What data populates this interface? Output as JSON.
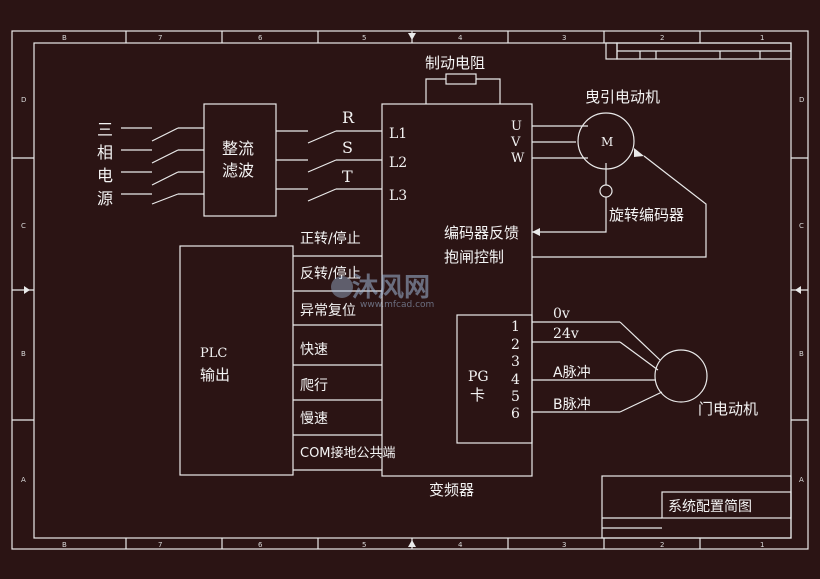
{
  "frame": {
    "top_numbers": [
      "B",
      "7",
      "6",
      "5",
      "4",
      "3",
      "2",
      "1"
    ],
    "bottom_numbers": [
      "B",
      "7",
      "6",
      "5",
      "4",
      "3",
      "2",
      "1"
    ],
    "left_letters": [
      "D",
      "C",
      "B",
      "A"
    ],
    "right_letters": [
      "D",
      "C",
      "B",
      "A"
    ]
  },
  "labels": {
    "brake_resistor": "制动电阻",
    "traction_motor": "曳引电动机",
    "encoder": "旋转编码器",
    "door_motor": "门电动机",
    "motor_m": "M",
    "three_phase_1": "三",
    "three_phase_2": "相",
    "three_phase_3": "电",
    "three_phase_4": "源",
    "rectifier_1": "整流",
    "rectifier_2": "滤波",
    "r": "R",
    "s": "S",
    "t": "T",
    "l1": "L1",
    "l2": "L2",
    "l3": "L3",
    "u": "U",
    "v": "V",
    "w": "W",
    "encoder_feedback": "编码器反馈",
    "brake_control": "抱闸控制",
    "inverter": "变频器",
    "plc_1": "PLC",
    "plc_2": "输出",
    "sig_fwd": "正转/停止",
    "sig_rev": "反转/停止",
    "sig_reset": "异常复位",
    "sig_fast": "快速",
    "sig_crawl": "爬行",
    "sig_slow": "慢速",
    "sig_com": "COM接地公共端",
    "pg_1": "PG",
    "pg_2": "卡",
    "pg_pins": [
      "1",
      "2",
      "3",
      "4",
      "5",
      "6"
    ],
    "out_0v": "0v",
    "out_24v": "24v",
    "out_a": "A脉冲",
    "out_b": "B脉冲",
    "title_block": "系统配置简图",
    "watermark_cn": "沐风网",
    "watermark_url": "www.mfcad.com"
  }
}
